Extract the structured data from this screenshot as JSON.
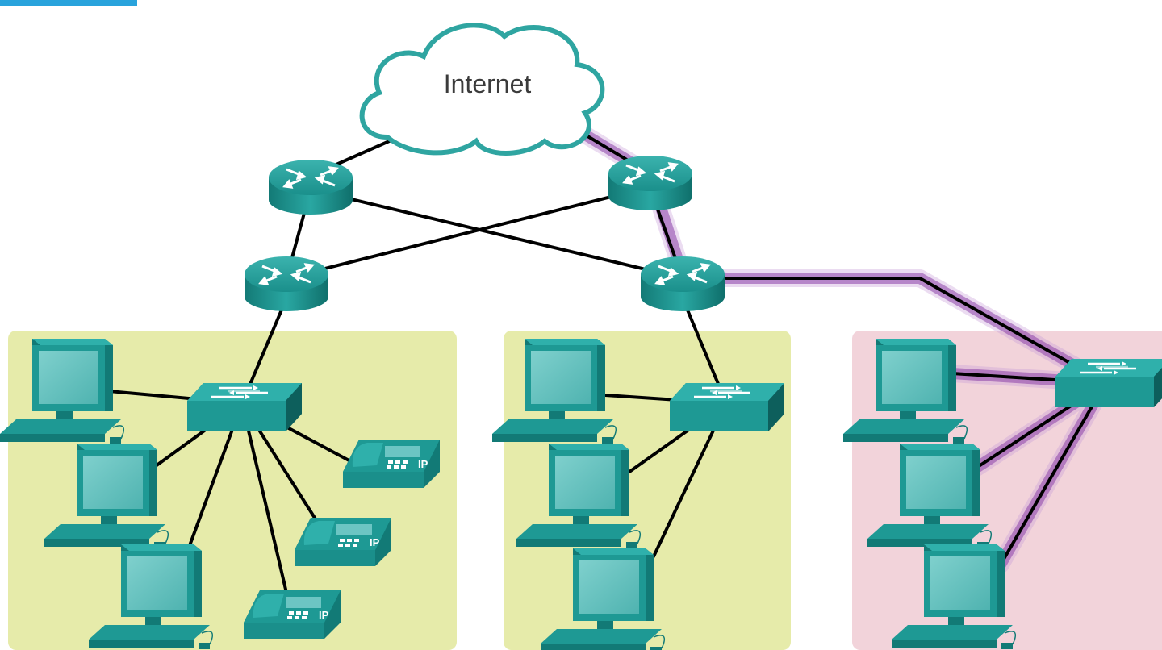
{
  "diagram": {
    "cloud_label": "Internet",
    "phone_label": "IP",
    "zones": [
      {
        "name": "lan-left",
        "color": "#e6ebaa"
      },
      {
        "name": "lan-middle",
        "color": "#e6ebaa"
      },
      {
        "name": "lan-right",
        "color": "#f2d3da"
      }
    ],
    "colors": {
      "device": "#1f9a96",
      "device_dark": "#127a76",
      "device_screen": "#6cc5c3",
      "link": "#000000",
      "highlight": "#8a3fa8",
      "cloud_stroke": "#2fa5a1",
      "accent_top": "#29a3dc"
    },
    "icons": [
      "cloud-icon",
      "router-icon",
      "switch-icon",
      "pc-icon",
      "ip-phone-icon"
    ]
  }
}
